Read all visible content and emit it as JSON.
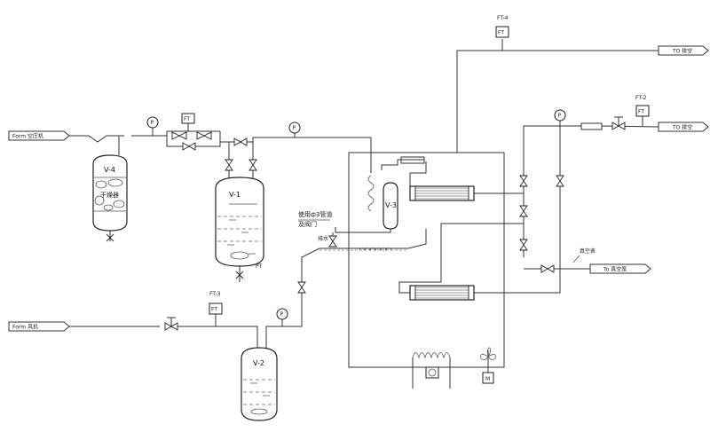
{
  "inlets": {
    "compressed_air": "Form 空压机",
    "fan": "Form 风机"
  },
  "outlets": {
    "vent_top": "TO 排空",
    "vent_mid": "TO 排空",
    "vacuum": "To 真空泵"
  },
  "vessels": {
    "v1": "V-1",
    "v2": "V-2",
    "v3": "V-3",
    "v4": "V-4"
  },
  "instruments": {
    "ft4": "FT-4",
    "ft2": "FT-2",
    "ft3": "FT-3",
    "ft_gauge": "FT",
    "p": "P"
  },
  "annotations": {
    "dryer": "干燥器",
    "pipe_note_line1": "使用ф3管道",
    "pipe_note_line2": "及阀门",
    "drain": "排水",
    "vacuum_label": "真空表",
    "motor": "M",
    "pt": "PT"
  }
}
